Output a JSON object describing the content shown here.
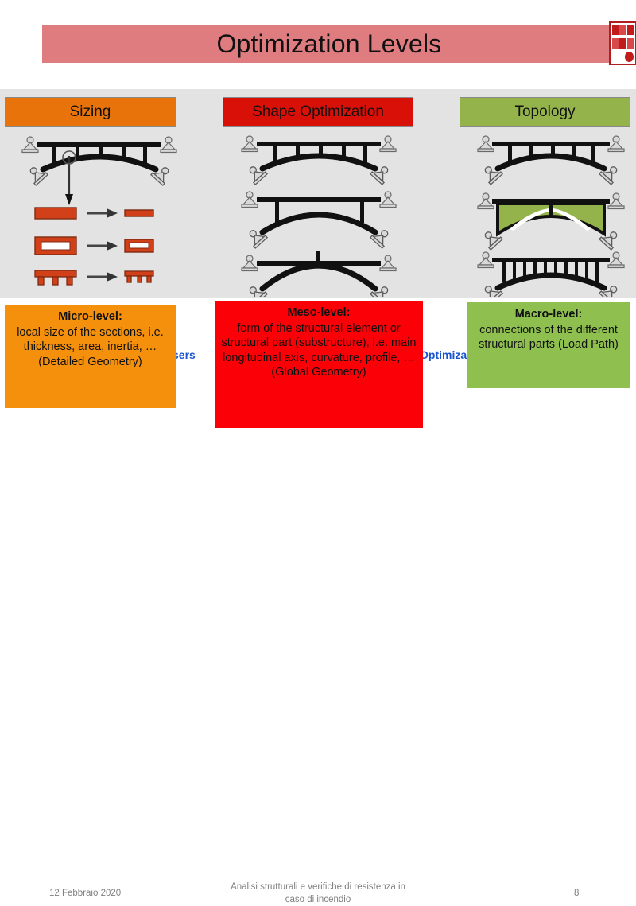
{
  "slide": {
    "title": "Optimization Levels",
    "logo_name": "fbo-stamp-logo",
    "background": "#ffffff",
    "panel_background": "#e3e3e3",
    "title_bar_color": "#de7c80"
  },
  "columns": [
    {
      "id": "sizing",
      "header": "Sizing",
      "header_color": "#e8730a",
      "figure": "bridge-with-cross-sections",
      "description": {
        "heading": "Micro-level:",
        "body": "local size of the sections, i.e. thickness, area, inertia, … (Detailed Geometry)",
        "color": "#f5900d"
      }
    },
    {
      "id": "shape",
      "header": "Shape Optimization",
      "header_color": "#d91008",
      "figure": "three-bridge-arch-variants",
      "description": {
        "heading": "Meso-level:",
        "body": "form of the structural element or structural part (substructure), i.e. main longitudinal axis, curvature, profile, … (Global Geometry)",
        "color": "#fb0007"
      }
    },
    {
      "id": "topology",
      "header": "Topology",
      "header_color": "#94b44b",
      "figure": "three-bridge-topology-variants",
      "description": {
        "heading": "Macro-level:",
        "body": "connections of the different structural parts (Load Path)",
        "color": "#8fc04f"
      }
    }
  ],
  "background_links": [
    {
      "text": "atusers",
      "color": "#1a55cf"
    },
    {
      "text": "Optimiza",
      "color": "#1a55cf"
    }
  ],
  "footer": {
    "date": "12 Febbraio 2020",
    "center_line1": "Analisi strutturali e verifiche di resistenza in",
    "center_line2": "caso di incendio",
    "page_number": "8"
  }
}
